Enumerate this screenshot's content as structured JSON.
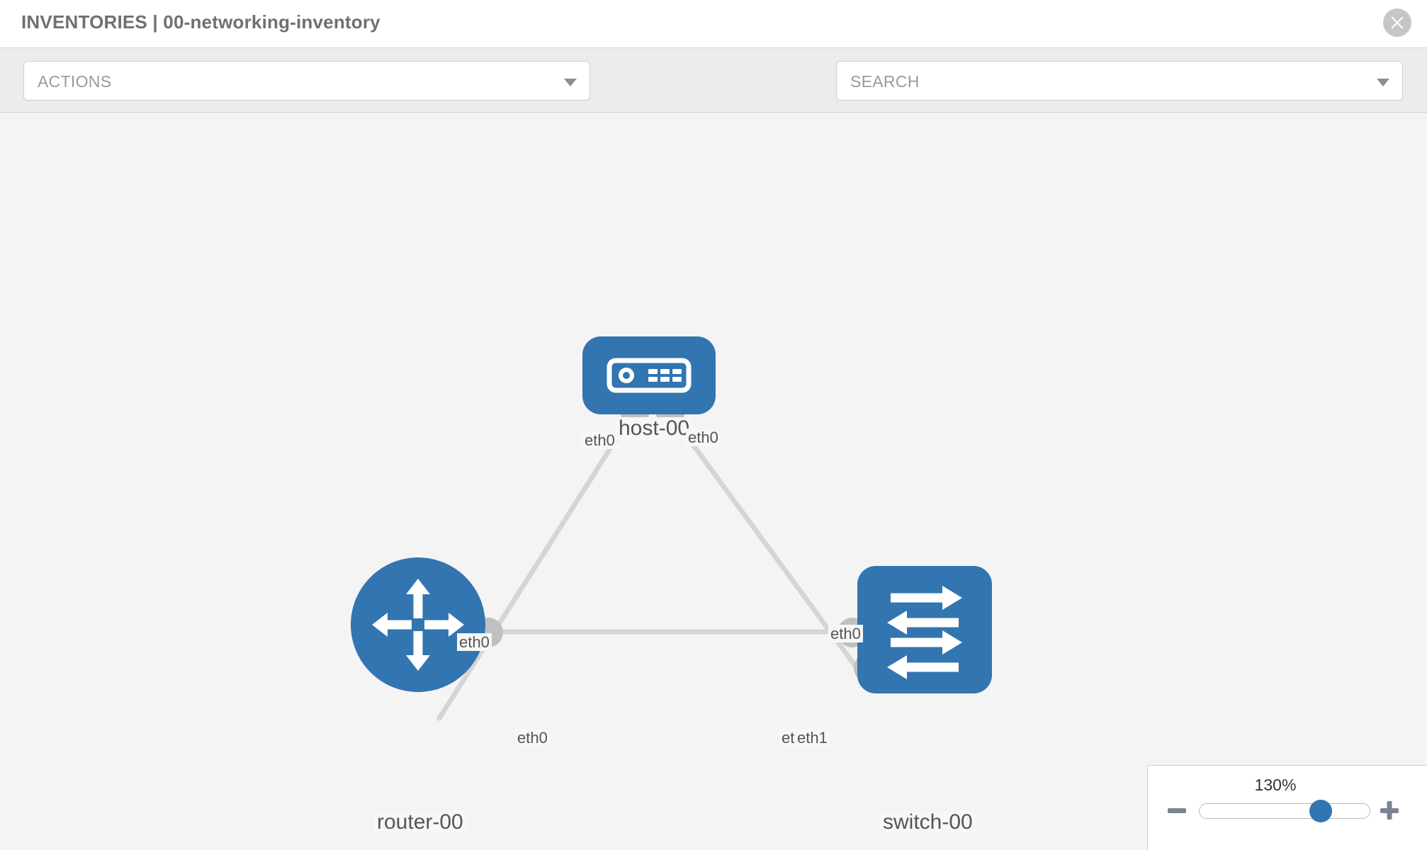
{
  "header": {
    "title": "INVENTORIES | 00-networking-inventory",
    "close_icon": "close-circle-icon"
  },
  "toolbar": {
    "actions_label": "ACTIONS",
    "actions_caret": "chevron-down-icon",
    "wrench_icon": "wrench-icon",
    "key_icon": "key-icon",
    "search_label": "SEARCH",
    "search_placeholder": "SEARCH",
    "search_caret": "chevron-down-icon"
  },
  "topology": {
    "accent_color": "#3275b0",
    "port_color": "#c0c0c0",
    "edge_color": "#d5d5d5",
    "nodes": [
      {
        "id": "host-00",
        "label": "host-00",
        "icon": "server-icon",
        "shape": "rect"
      },
      {
        "id": "router-00",
        "label": "router-00",
        "icon": "router-icon",
        "shape": "circle"
      },
      {
        "id": "switch-00",
        "label": "switch-00",
        "icon": "switch-icon",
        "shape": "rect"
      }
    ],
    "edges": [
      {
        "from": "host-00",
        "to": "router-00",
        "from_label": "eth0",
        "to_label": "eth0"
      },
      {
        "from": "host-00",
        "to": "switch-00",
        "from_label": "eth0",
        "to_label": "eth0"
      },
      {
        "from": "router-00",
        "to": "switch-00",
        "from_label": "eth0",
        "to_label": "eth1"
      }
    ],
    "edge_labels": {
      "host_left": "eth0",
      "host_right": "eth0",
      "router_upper": "eth0",
      "switch_upper": "eth0",
      "router_right": "eth0",
      "switch_left_overlap": "eth",
      "switch_left": "eth1"
    }
  },
  "zoom_control": {
    "value_label": "130%",
    "minus_icon": "minus-icon",
    "plus_icon": "plus-icon"
  }
}
